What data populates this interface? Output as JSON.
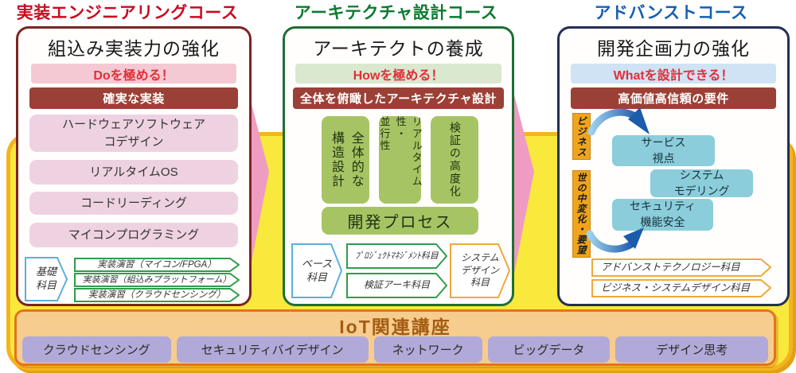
{
  "courses": [
    {
      "title": "実装エンジニアリングコース",
      "title_color": "#cb0a20",
      "headline": "組込み実装力の強化",
      "slogan": "Doを極める！",
      "theme": "確実な実装",
      "topics": [
        "ハードウェアソフトウェア\nコデザイン",
        "リアルタイムOS",
        "コードリーディング",
        "マイコンプログラミング"
      ],
      "category_label": "基礎\n科目",
      "subjects": [
        "実装演習（マイコン/FPGA）",
        "実装演習（組込みプラットフォーム）",
        "実装演習（クラウドセンシング）"
      ]
    },
    {
      "title": "アーキテクチャ設計コース",
      "title_color": "#0a7a30",
      "headline": "アーキテクトの養成",
      "slogan": "Howを極める！",
      "theme": "全体を俯瞰したアーキテクチャ設計",
      "pillars": [
        "全体的な\n構造設計",
        "リアルタイム性・\n並行性",
        "検証の高度化"
      ],
      "process": "開発プロセス",
      "category_label": "ベース\n科目",
      "subjects": [
        "ﾌﾟﾛｼﾞｪｸﾄﾏﾈｼﾞﾒﾝﾄ科目",
        "検証アーキ科目"
      ],
      "right_category_label": "システム\nデザイン\n科目"
    },
    {
      "title": "アドバンストコース",
      "title_color": "#1560b2",
      "headline": "開発企画力の強化",
      "slogan": "Whatを設計できる！",
      "theme": "高価値高信頼の要件",
      "side_labels": [
        "ビジネス",
        "世の中変化・要望"
      ],
      "topics": [
        "サービス\n視点",
        "システム\nモデリング",
        "セキュリティ\n機能安全"
      ],
      "subjects": [
        "アドバンストテクノロジー科目",
        "ビジネス・システムデザイン科目"
      ]
    }
  ],
  "iot": {
    "title": "IoT関連講座",
    "items": [
      "クラウドセンシング",
      "セキュリティバイデザイン",
      "ネットワーク",
      "ビッグデータ",
      "デザイン思考"
    ]
  },
  "colors": {
    "accent_pink_arrow": "#ef9cc2",
    "yellow_band": "#f8e93c",
    "dark_red_banner": "#9b4036",
    "green_box": "#a7c464",
    "blue_box": "#8bcdda",
    "gold_label": "#f0a41e",
    "purple_box": "#b1a9d7"
  }
}
